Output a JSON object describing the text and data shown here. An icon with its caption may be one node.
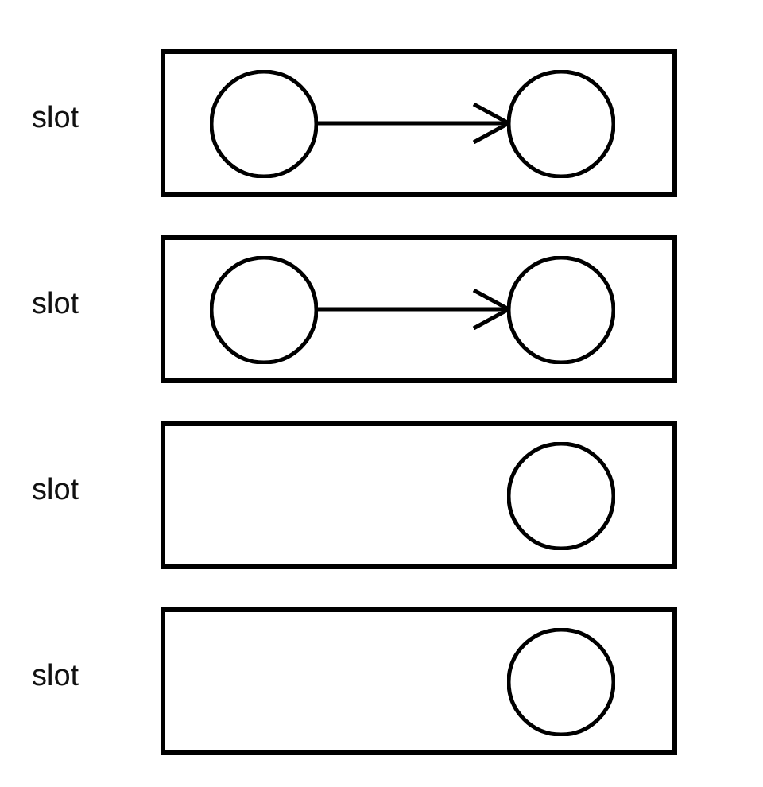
{
  "diagram": {
    "nodes": [
      {
        "text": [],
        "shape": "box",
        "beside": [
          "slot"
        ]
      },
      {
        "text": [],
        "shape": "circle",
        "in": 0
      },
      {
        "text": [],
        "shape": "circle",
        "in": 0
      },
      {
        "text": [],
        "shape": "box",
        "beside": [
          "slot"
        ]
      },
      {
        "text": [],
        "shape": "circle",
        "in": 3
      },
      {
        "text": [],
        "shape": "circle",
        "in": 3
      },
      {
        "text": [],
        "shape": "box",
        "beside": [
          "slot"
        ]
      },
      {
        "text": [],
        "shape": "circle",
        "in": 6
      },
      {
        "text": [],
        "shape": "box",
        "beside": [
          "slot"
        ]
      },
      {
        "text": [],
        "shape": "circle",
        "in": 8
      }
    ],
    "edges": [
      {
        "from": 1,
        "to": 2,
        "arrow": "to"
      },
      {
        "from": 4,
        "to": 5,
        "arrow": "to"
      }
    ]
  }
}
